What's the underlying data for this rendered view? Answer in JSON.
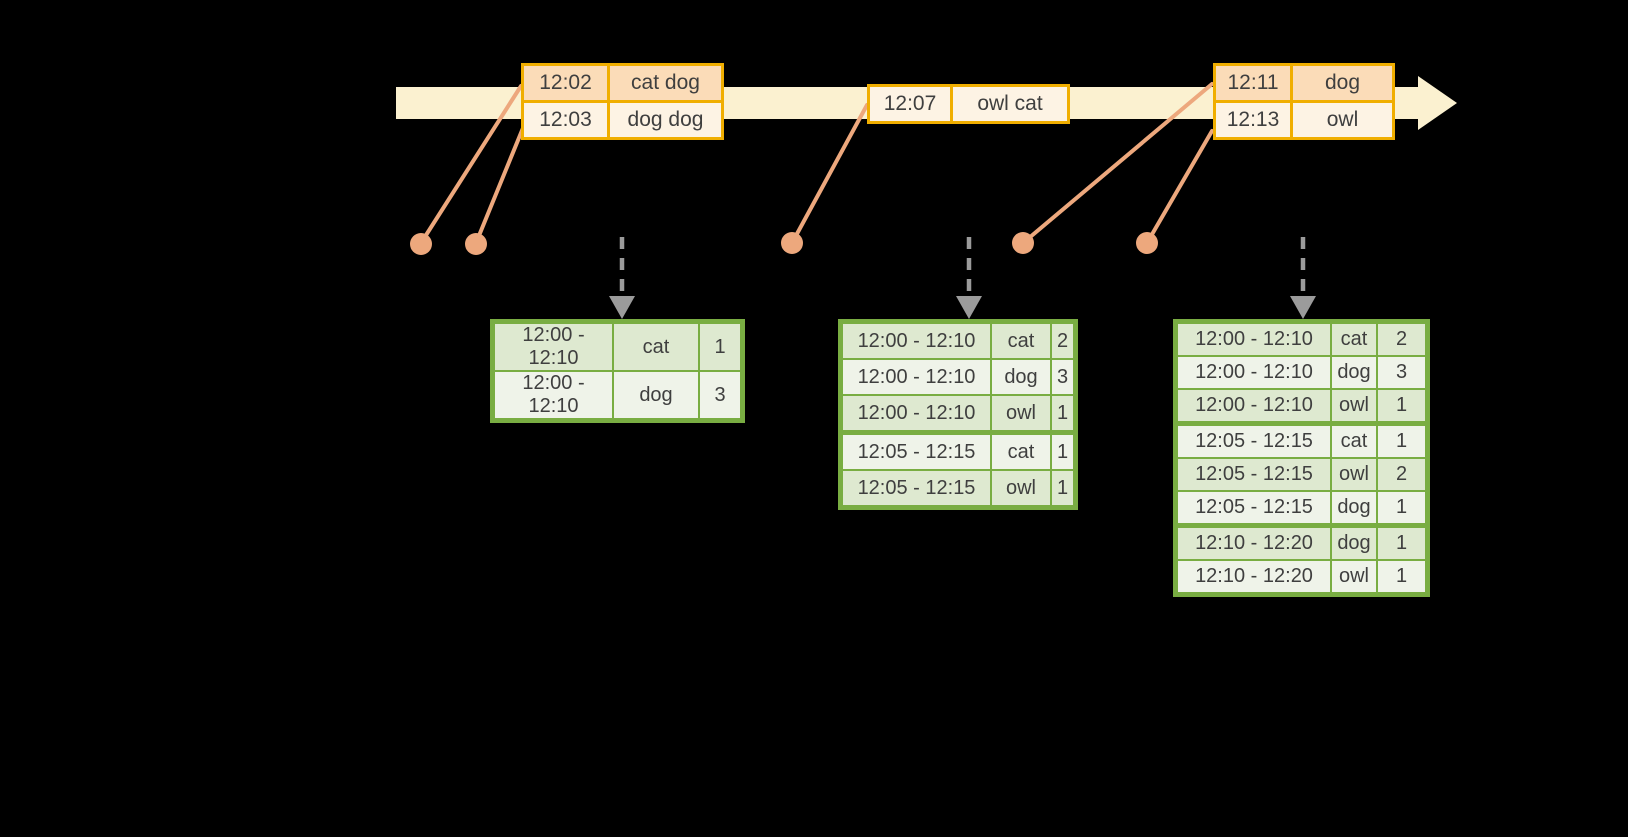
{
  "colors": {
    "background": "#000000",
    "timeline_band": "#fbf1d0",
    "orange_border": "#f0ae00",
    "orange_row_dark": "#fbdcb8",
    "orange_row_light": "#fdf3e4",
    "green_border": "#79ad42",
    "green_row_dark": "#dee9d0",
    "green_row_light": "#eff3e9",
    "event_marker": "#eda87d",
    "trigger_arrow": "#9b9b9b",
    "text": "#3f3f3f"
  },
  "icons": {
    "timeline_arrow": "right-arrow",
    "event_marker": "filled-circle",
    "trigger_arrow": "dashed-down-arrow"
  },
  "timeline": {
    "event_tables": [
      {
        "rows": [
          {
            "time": "12:02",
            "words": "cat dog"
          },
          {
            "time": "12:03",
            "words": "dog dog"
          }
        ]
      },
      {
        "rows": [
          {
            "time": "12:07",
            "words": "owl cat"
          }
        ]
      },
      {
        "rows": [
          {
            "time": "12:11",
            "words": "dog"
          },
          {
            "time": "12:13",
            "words": "owl"
          }
        ]
      }
    ]
  },
  "result_tables": [
    {
      "rows": [
        {
          "window": "12:00 - 12:10",
          "word": "cat",
          "count": "1"
        },
        {
          "window": "12:00 - 12:10",
          "word": "dog",
          "count": "3"
        }
      ]
    },
    {
      "rows": [
        {
          "window": "12:00 - 12:10",
          "word": "cat",
          "count": "2"
        },
        {
          "window": "12:00 - 12:10",
          "word": "dog",
          "count": "3"
        },
        {
          "window": "12:00 - 12:10",
          "word": "owl",
          "count": "1"
        },
        {
          "window": "12:05 - 12:15",
          "word": "cat",
          "count": "1"
        },
        {
          "window": "12:05 - 12:15",
          "word": "owl",
          "count": "1"
        }
      ]
    },
    {
      "rows": [
        {
          "window": "12:00 - 12:10",
          "word": "cat",
          "count": "2"
        },
        {
          "window": "12:00 - 12:10",
          "word": "dog",
          "count": "3"
        },
        {
          "window": "12:00 - 12:10",
          "word": "owl",
          "count": "1"
        },
        {
          "window": "12:05 - 12:15",
          "word": "cat",
          "count": "1"
        },
        {
          "window": "12:05 - 12:15",
          "word": "owl",
          "count": "2"
        },
        {
          "window": "12:05 - 12:15",
          "word": "dog",
          "count": "1"
        },
        {
          "window": "12:10 - 12:20",
          "word": "dog",
          "count": "1"
        },
        {
          "window": "12:10 - 12:20",
          "word": "owl",
          "count": "1"
        }
      ]
    }
  ]
}
